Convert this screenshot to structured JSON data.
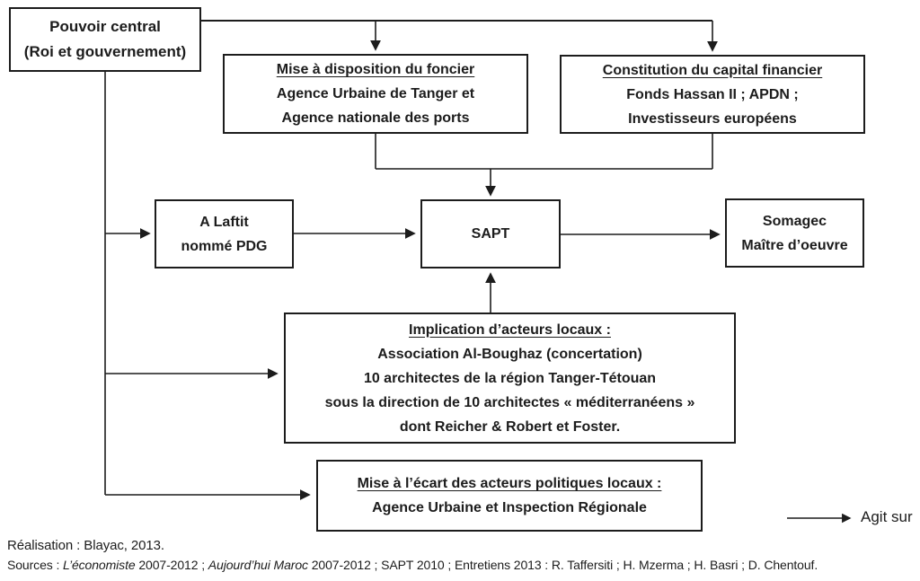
{
  "colors": {
    "ink": "#1c1c1c",
    "canvas": "#ffffff"
  },
  "nodes": {
    "pouvoir_central": {
      "lines": [
        "Pouvoir central",
        "(Roi et gouvernement)"
      ]
    },
    "foncier": {
      "lines": [
        "Mise à disposition du foncier",
        "Agence Urbaine de Tanger et",
        "Agence nationale des ports"
      ]
    },
    "capital": {
      "lines": [
        "Constitution du capital financier",
        "Fonds Hassan II ; APDN ;",
        "Investisseurs européens"
      ]
    },
    "laftit": {
      "lines": [
        "A Laftit",
        "nommé PDG"
      ]
    },
    "sapt": {
      "lines": [
        "SAPT"
      ]
    },
    "somagec": {
      "lines": [
        "Somagec",
        "Maître d’oeuvre"
      ]
    },
    "implication": {
      "lines": [
        "Implication d’acteurs locaux :",
        "Association Al-Boughaz (concertation)",
        "10 architectes de la région Tanger-Tétouan",
        "sous la direction de 10 architectes « méditerranéens »",
        "dont Reicher & Robert et Foster."
      ]
    },
    "ecart": {
      "lines": [
        "Mise à l’écart des acteurs politiques locaux :",
        "Agence Urbaine et Inspection Régionale"
      ]
    }
  },
  "legend": {
    "label": "Agit sur"
  },
  "footer": {
    "realisation": "Réalisation : Blayac, 2013.",
    "sources_segments": [
      {
        "text": "Sources : ",
        "style": "regular"
      },
      {
        "text": "L’économiste",
        "style": "italic"
      },
      {
        "text": " 2007-2012 ; ",
        "style": "regular"
      },
      {
        "text": "Aujourd’hui Maroc",
        "style": "italic"
      },
      {
        "text": " 2007-2012 ; SAPT 2010 ; Entretiens 2013 : R. Taffersiti ; H. Mzerma ; H. Basri ; D. Chentouf.",
        "style": "regular"
      }
    ]
  }
}
